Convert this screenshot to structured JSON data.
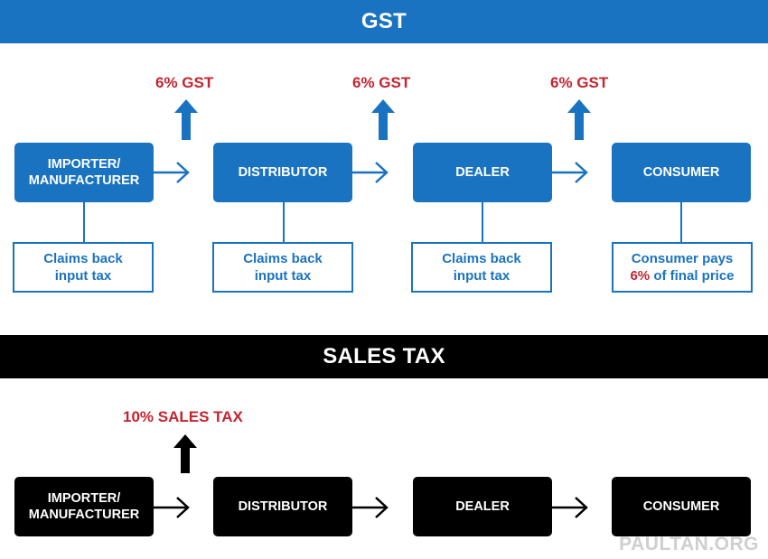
{
  "gst": {
    "title": "GST",
    "tax_labels": [
      "6% GST",
      "6% GST",
      "6% GST"
    ],
    "boxes": [
      "IMPORTER/\nMANUFACTURER",
      "DISTRIBUTOR",
      "DEALER",
      "CONSUMER"
    ],
    "notes": [
      {
        "line1": "Claims back",
        "line2": "input tax"
      },
      {
        "line1": "Claims back",
        "line2": "input tax"
      },
      {
        "line1": "Claims back",
        "line2": "input tax"
      },
      {
        "line1": "Consumer pays",
        "line2_highlight": "6%",
        "line2_rest": " of final price"
      }
    ]
  },
  "sales_tax": {
    "title": "SALES TAX",
    "tax_label": "10% SALES TAX",
    "boxes": [
      "IMPORTER/\nMANUFACTURER",
      "DISTRIBUTOR",
      "DEALER",
      "CONSUMER"
    ]
  },
  "watermark": "PAULTAN.ORG",
  "colors": {
    "gst_blue": "#1a73c0",
    "tax_red": "#c4232f",
    "sales_black": "#000000"
  }
}
